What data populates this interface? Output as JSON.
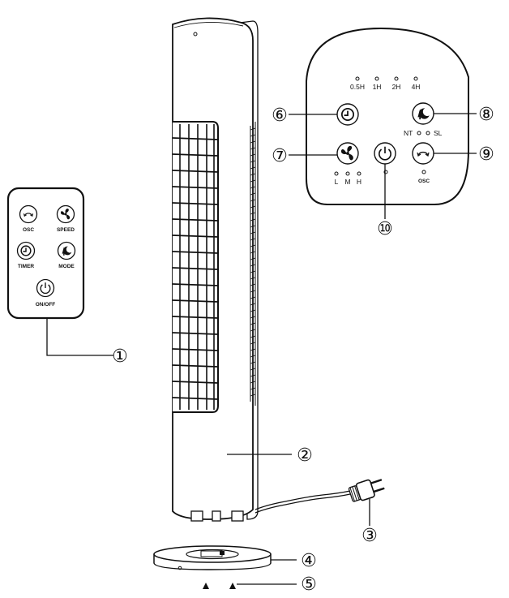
{
  "remote": {
    "osc_label": "OSC",
    "speed_label": "SPEED",
    "timer_label": "TIMER",
    "mode_label": "MODE",
    "onoff_label": "ON/OFF"
  },
  "panel": {
    "timer_leds": [
      "0.5H",
      "1H",
      "2H",
      "4H"
    ],
    "mode_leds": {
      "nt": "NT",
      "sl": "SL"
    },
    "speed_leds": [
      "L",
      "M",
      "H"
    ],
    "osc_label": "OSC"
  },
  "callouts": {
    "c1": "①",
    "c2": "②",
    "c3": "③",
    "c4": "④",
    "c5": "⑤",
    "c6": "⑥",
    "c7": "⑦",
    "c8": "⑧",
    "c9": "⑨",
    "c10": "⑩"
  },
  "icons": {
    "osc": "oscillation-icon",
    "speed": "fan-icon",
    "timer": "timer-icon",
    "mode": "sleep-mode-icon",
    "power": "power-icon"
  },
  "colors": {
    "line": "#111111",
    "background": "#ffffff"
  }
}
